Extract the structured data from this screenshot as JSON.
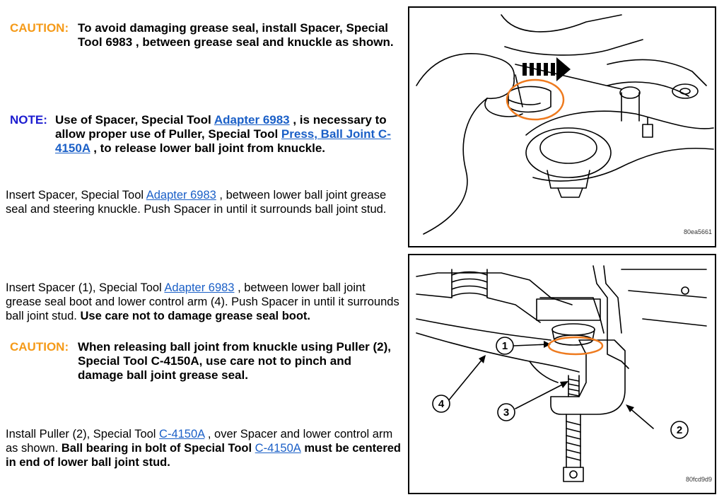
{
  "caution1": {
    "label": "CAUTION:",
    "text": "To avoid damaging grease seal, install Spacer, Special Tool 6983 , between grease seal and knuckle as shown."
  },
  "note1": {
    "label": "NOTE:",
    "t1": "Use of Spacer, Special Tool ",
    "link1": "Adapter 6983",
    "t2": " , is necessary to allow proper use of Puller, Special Tool ",
    "link2": "Press, Ball Joint C-4150A",
    "t3": " , to release lower ball joint from knuckle."
  },
  "step1": {
    "t1": "Insert Spacer, Special Tool ",
    "link1": "Adapter 6983",
    "t2": " , between lower ball joint grease seal and steering knuckle. Push Spacer in until it surrounds ball joint stud."
  },
  "step2": {
    "t1": "Insert Spacer (1), Special Tool ",
    "link1": "Adapter 6983",
    "t2": " , between lower ball joint grease seal boot and lower control arm (4). Push Spacer in until it surrounds ball joint stud. ",
    "bold": "Use care not to damage grease seal boot."
  },
  "caution2": {
    "label": "CAUTION:",
    "text": "When releasing ball joint from knuckle using Puller (2), Special Tool C-4150A, use care not to pinch and damage ball joint grease seal."
  },
  "step3": {
    "t1": "Install Puller (2), Special Tool ",
    "link1": "C-4150A",
    "t2": " , over Spacer and lower control arm as shown. ",
    "bold1": "Ball bearing in bolt of Special Tool ",
    "link2": "C-4150A",
    "bold2": " must be centered in end of lower ball joint stud."
  },
  "figure1": {
    "id": "80ea5661"
  },
  "figure2": {
    "id": "80fcd9d9",
    "callouts": [
      "1",
      "2",
      "3",
      "4"
    ]
  },
  "colors": {
    "caution": "#f59a18",
    "note": "#1c1cd0",
    "link": "#1a5fc7",
    "highlight": "#ee7a1e"
  }
}
